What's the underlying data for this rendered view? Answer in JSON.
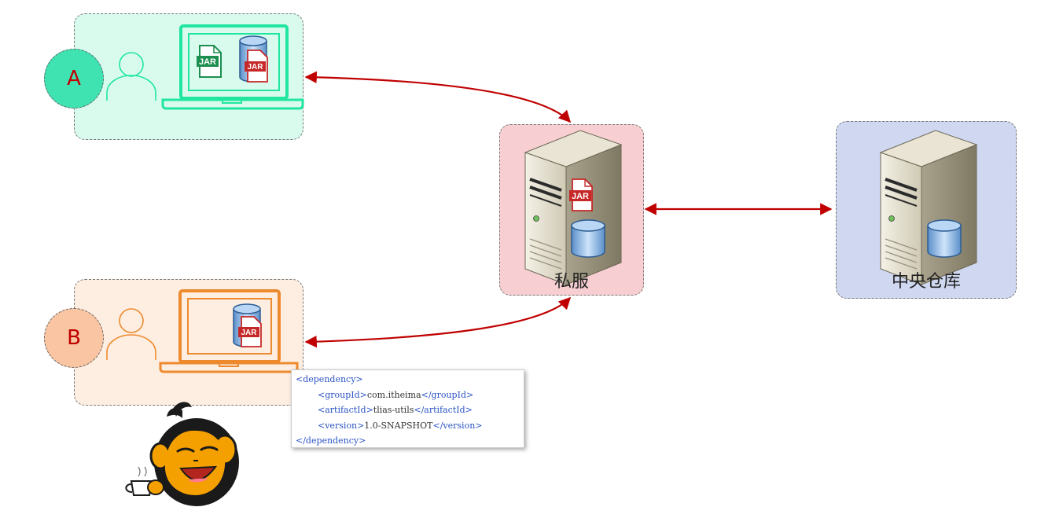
{
  "nodes": {
    "user_a": {
      "letter": "A"
    },
    "user_b": {
      "letter": "B"
    },
    "private_server": {
      "label": "私服"
    },
    "central_repo": {
      "label": "中央仓库"
    }
  },
  "icons": {
    "jar_text": "JAR"
  },
  "code": {
    "open_tag": "<dependency>",
    "group_open": "<groupId>",
    "group_value": "com.itheima",
    "group_close": "</groupId>",
    "artifact_open": "<artifactId>",
    "artifact_value": "tlias-utils",
    "artifact_close": "</artifactId>",
    "version_open": "<version>",
    "version_value": "1.0-SNAPSHOT",
    "version_close": "</version>",
    "close_tag": "</dependency>"
  },
  "colors": {
    "panel_a": "#d9fbee",
    "circle_a": "#3fe3b2",
    "laptop_a": "#21e6a0",
    "panel_b": "#fdeee1",
    "circle_b": "#f9c5a3",
    "laptop_b": "#ee8a2e",
    "panel_private": "#f7cfd2",
    "panel_central": "#cfd8f0",
    "arrow": "#c00000",
    "xml_tag": "#2a54c4"
  }
}
